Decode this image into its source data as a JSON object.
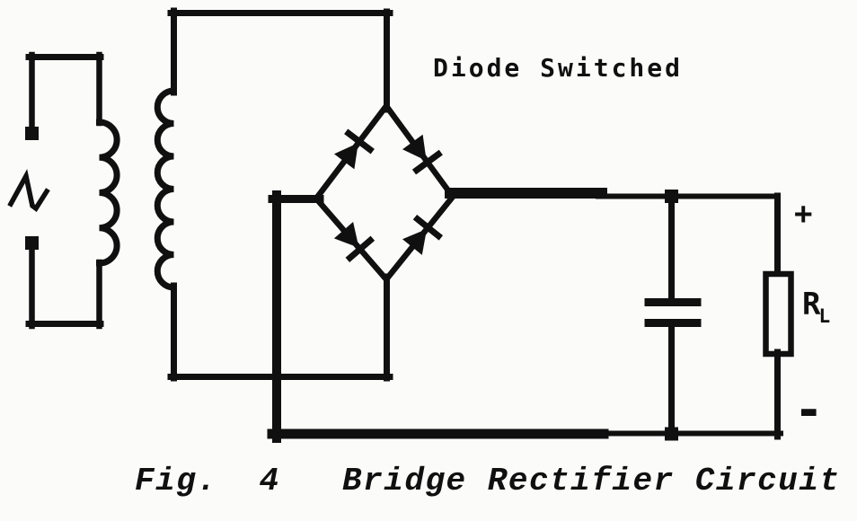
{
  "page": {
    "background": "#fbfbfa",
    "ink": "#101010"
  },
  "diagram": {
    "annotation": "Diode Switched",
    "caption": "Fig.  4   Bridge Rectifier Circuit",
    "polarity_positive": "+",
    "polarity_negative": "-",
    "load_resistor_label": {
      "symbol": "R",
      "subscript": "L"
    },
    "components": [
      "ac-source-symbol",
      "transformer-primary-coil-icon",
      "transformer-secondary-coil-icon",
      "diode-bridge-symbol",
      "filter-capacitor-symbol",
      "load-resistor-symbol"
    ]
  }
}
